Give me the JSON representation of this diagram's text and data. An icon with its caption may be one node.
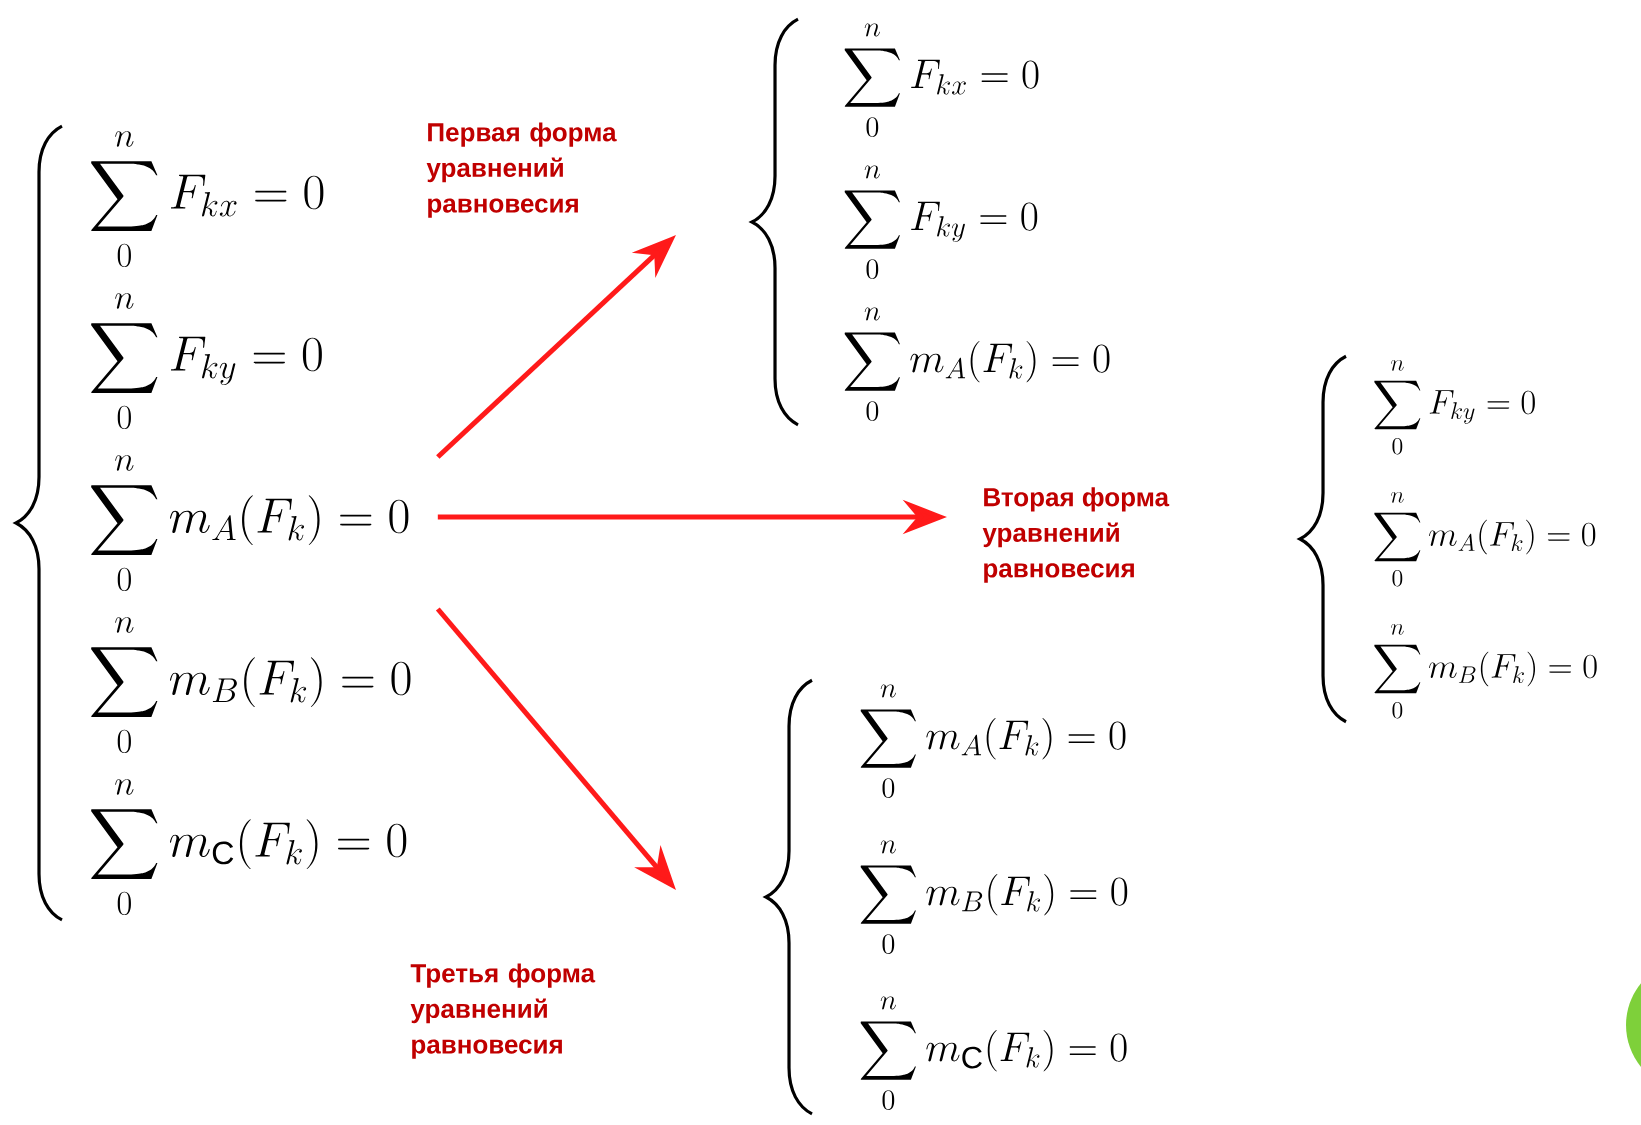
{
  "diagram": {
    "nodes": [
      {
        "text": [
          "\\sum_{0}^{n} F_{kx} = 0",
          "\\sum_{0}^{n} F_{ky} = 0",
          "\\sum_{0}^{n} m_A(F_k) = 0",
          "\\sum_{0}^{n} m_B(F_k) = 0",
          "\\sum_{0}^{n} m_{\\mathrm{C}}(F_k) = 0"
        ]
      },
      {
        "text": [
          "\\sum_{0}^{n} F_{kx} = 0",
          "\\sum_{0}^{n} F_{ky} = 0",
          "\\sum_{0}^{n} m_A(F_k) = 0"
        ]
      },
      {
        "text": [
          "\\sum_{0}^{n} F_{ky} = 0",
          "\\sum_{0}^{n} m_A(F_k) = 0",
          "\\sum_{0}^{n} m_B(F_k) = 0"
        ]
      },
      {
        "text": [
          "\\sum_{0}^{n} m_A(F_k) = 0",
          "\\sum_{0}^{n} m_B(F_k) = 0",
          "\\sum_{0}^{n} m_{\\mathrm{C}}(F_k) = 0"
        ]
      },
      {
        "text": [
          "Вторая форма уравнений равновесия"
        ]
      }
    ],
    "edges": [
      {
        "from": 0,
        "to": 1,
        "arrow": "to",
        "label": "Первая форма уравнений равновесия"
      },
      {
        "from": 0,
        "to": 4,
        "arrow": "to"
      },
      {
        "from": 0,
        "to": 3,
        "arrow": "to",
        "label": "Третья форма уравнений равновесия"
      }
    ]
  }
}
